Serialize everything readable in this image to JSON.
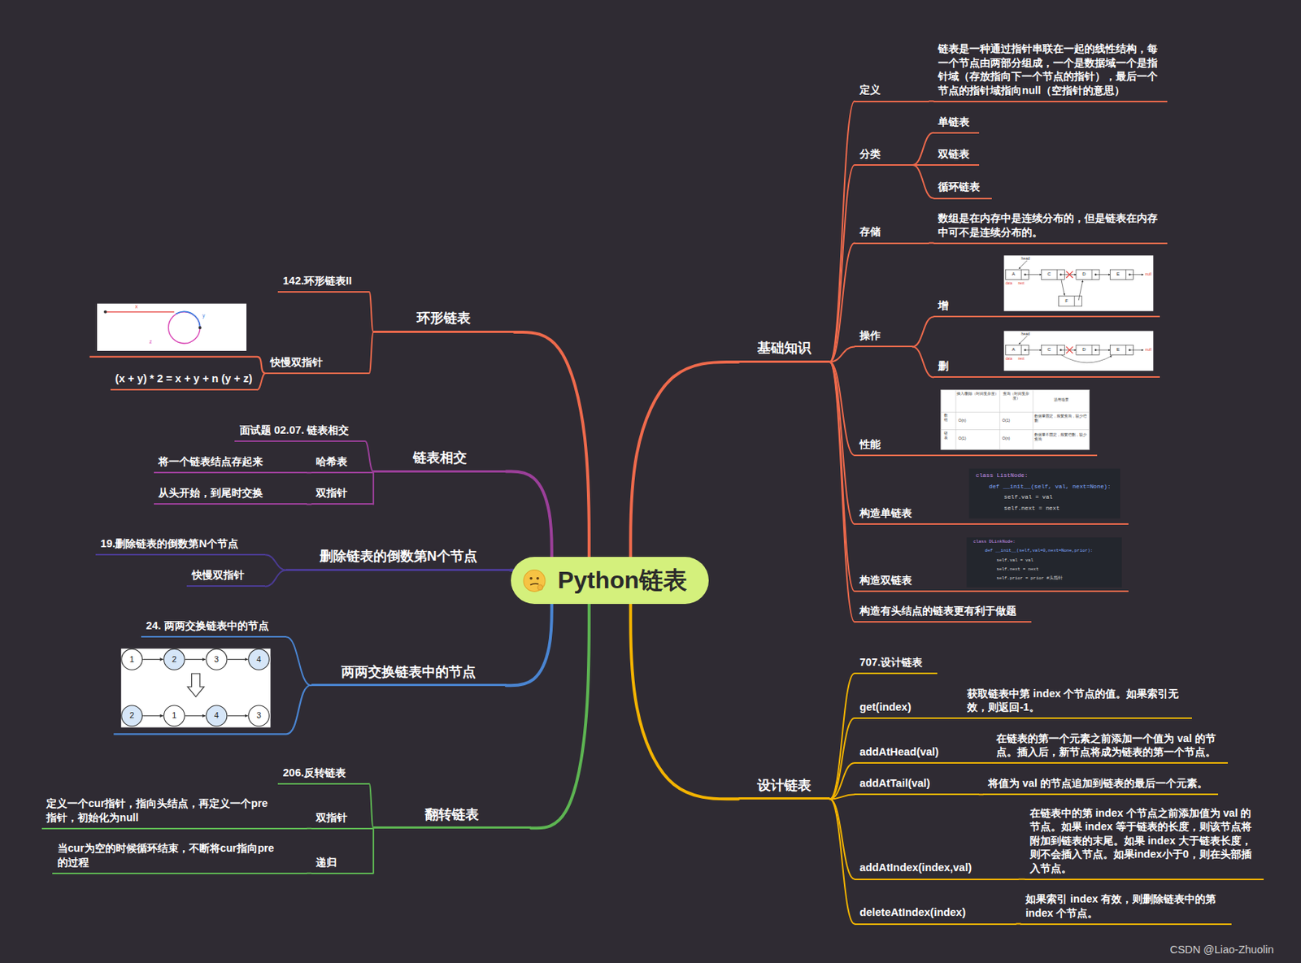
{
  "diagram": {
    "nodes": [
      {
        "text": [
          "Python链表"
        ]
      },
      {
        "text": [
          "基础知识"
        ]
      },
      {
        "text": [
          "定义"
        ]
      },
      {
        "text": [
          "链表是一种通过指针串联在一起的线性结构，每一个节点由两部分组成，一个是数据域一个是指针域（存放指向下一个节点的指针），最后一个节点的指针域指向null（空指针的意思）"
        ]
      },
      {
        "text": [
          "分类"
        ]
      },
      {
        "text": [
          "单链表"
        ]
      },
      {
        "text": [
          "双链表"
        ]
      },
      {
        "text": [
          "循环链表"
        ]
      },
      {
        "text": [
          "存储"
        ]
      },
      {
        "text": [
          "数组是在内存中是连续分布的，但是链表在内存中可不是连续分布的。"
        ]
      },
      {
        "text": [
          "操作"
        ]
      },
      {
        "text": [
          "增"
        ]
      },
      {
        "text": [
          "删"
        ]
      },
      {
        "text": [
          "性能"
        ]
      },
      {
        "text": [
          "构造单链表"
        ]
      },
      {
        "text": [
          "构造双链表"
        ]
      },
      {
        "text": [
          "构造有头结点的链表更有利于做题"
        ]
      },
      {
        "text": [
          "设计链表"
        ]
      },
      {
        "text": [
          "707.设计链表"
        ]
      },
      {
        "text": [
          "get(index)"
        ]
      },
      {
        "text": [
          "获取链表中第 index 个节点的值。如果索引无效，则返回-1。"
        ]
      },
      {
        "text": [
          "addAtHead(val)"
        ]
      },
      {
        "text": [
          "在链表的第一个元素之前添加一个值为 val 的节点。插入后，新节点将成为链表的第一个节点。"
        ]
      },
      {
        "text": [
          "addAtTail(val)"
        ]
      },
      {
        "text": [
          "将值为 val 的节点追加到链表的最后一个元素。"
        ]
      },
      {
        "text": [
          "addAtIndex(index,val)"
        ]
      },
      {
        "text": [
          "在链表中的第 index 个节点之前添加值为 val 的节点。如果 index 等于链表的长度，则该节点将附加到链表的末尾。如果 index 大于链表长度，则不会插入节点。如果index小于0，则在头部插入节点。"
        ]
      },
      {
        "text": [
          "deleteAtIndex(index)"
        ]
      },
      {
        "text": [
          "如果索引 index 有效，则删除链表中的第 index 个节点。"
        ]
      },
      {
        "text": [
          "环形链表"
        ]
      },
      {
        "text": [
          "142.环形链表II"
        ]
      },
      {
        "text": [
          "快慢双指针"
        ]
      },
      {
        "text": [
          "(x + y) * 2 = x + y + n (y + z)"
        ]
      },
      {
        "text": [
          "链表相交"
        ]
      },
      {
        "text": [
          "面试题 02.07. 链表相交"
        ]
      },
      {
        "text": [
          "哈希表"
        ]
      },
      {
        "text": [
          "将一个链表结点存起来"
        ]
      },
      {
        "text": [
          "双指针"
        ]
      },
      {
        "text": [
          "从头开始，到尾时交换"
        ]
      },
      {
        "text": [
          "删除链表的倒数第N个节点"
        ]
      },
      {
        "text": [
          "19.删除链表的倒数第N个节点"
        ]
      },
      {
        "text": [
          "快慢双指针"
        ]
      },
      {
        "text": [
          "两两交换链表中的节点"
        ]
      },
      {
        "text": [
          "24. 两两交换链表中的节点"
        ]
      },
      {
        "text": [
          "翻转链表"
        ]
      },
      {
        "text": [
          "206.反转链表"
        ]
      },
      {
        "text": [
          "双指针"
        ]
      },
      {
        "text": [
          "定义一个cur指针，指向头结点，再定义一个pre指针，初始化为null"
        ]
      },
      {
        "text": [
          "递归"
        ]
      },
      {
        "text": [
          "当cur为空的时候循环结束，不断将cur指向pre的过程"
        ]
      }
    ],
    "edges": [
      {
        "from": 0,
        "to": 1,
        "arrow": "none"
      },
      {
        "from": 1,
        "to": 2,
        "arrow": "none"
      },
      {
        "from": 2,
        "to": 3,
        "arrow": "none"
      },
      {
        "from": 1,
        "to": 4,
        "arrow": "none"
      },
      {
        "from": 4,
        "to": 5,
        "arrow": "none"
      },
      {
        "from": 4,
        "to": 6,
        "arrow": "none"
      },
      {
        "from": 4,
        "to": 7,
        "arrow": "none"
      },
      {
        "from": 1,
        "to": 8,
        "arrow": "none"
      },
      {
        "from": 8,
        "to": 9,
        "arrow": "none"
      },
      {
        "from": 1,
        "to": 10,
        "arrow": "none"
      },
      {
        "from": 10,
        "to": 11,
        "arrow": "none"
      },
      {
        "from": 10,
        "to": 12,
        "arrow": "none"
      },
      {
        "from": 1,
        "to": 13,
        "arrow": "none"
      },
      {
        "from": 1,
        "to": 14,
        "arrow": "none"
      },
      {
        "from": 1,
        "to": 15,
        "arrow": "none"
      },
      {
        "from": 1,
        "to": 16,
        "arrow": "none"
      },
      {
        "from": 0,
        "to": 17,
        "arrow": "none"
      },
      {
        "from": 17,
        "to": 18,
        "arrow": "none"
      },
      {
        "from": 17,
        "to": 19,
        "arrow": "none"
      },
      {
        "from": 19,
        "to": 20,
        "arrow": "none"
      },
      {
        "from": 17,
        "to": 21,
        "arrow": "none"
      },
      {
        "from": 21,
        "to": 22,
        "arrow": "none"
      },
      {
        "from": 17,
        "to": 23,
        "arrow": "none"
      },
      {
        "from": 23,
        "to": 24,
        "arrow": "none"
      },
      {
        "from": 17,
        "to": 25,
        "arrow": "none"
      },
      {
        "from": 25,
        "to": 26,
        "arrow": "none"
      },
      {
        "from": 17,
        "to": 27,
        "arrow": "none"
      },
      {
        "from": 27,
        "to": 28,
        "arrow": "none"
      },
      {
        "from": 0,
        "to": 29,
        "arrow": "none"
      },
      {
        "from": 29,
        "to": 30,
        "arrow": "none"
      },
      {
        "from": 29,
        "to": 31,
        "arrow": "none"
      },
      {
        "from": 31,
        "to": 32,
        "arrow": "none"
      },
      {
        "from": 0,
        "to": 33,
        "arrow": "none"
      },
      {
        "from": 33,
        "to": 34,
        "arrow": "none"
      },
      {
        "from": 33,
        "to": 35,
        "arrow": "none"
      },
      {
        "from": 35,
        "to": 36,
        "arrow": "none"
      },
      {
        "from": 33,
        "to": 37,
        "arrow": "none"
      },
      {
        "from": 37,
        "to": 38,
        "arrow": "none"
      },
      {
        "from": 0,
        "to": 39,
        "arrow": "none"
      },
      {
        "from": 39,
        "to": 40,
        "arrow": "none"
      },
      {
        "from": 39,
        "to": 41,
        "arrow": "none"
      },
      {
        "from": 0,
        "to": 42,
        "arrow": "none"
      },
      {
        "from": 42,
        "to": 43,
        "arrow": "none"
      },
      {
        "from": 0,
        "to": 44,
        "arrow": "none"
      },
      {
        "from": 44,
        "to": 45,
        "arrow": "none"
      },
      {
        "from": 44,
        "to": 46,
        "arrow": "none"
      },
      {
        "from": 46,
        "to": 47,
        "arrow": "none"
      },
      {
        "from": 44,
        "to": 48,
        "arrow": "none"
      },
      {
        "from": 48,
        "to": 49,
        "arrow": "none"
      }
    ],
    "labels": [
      "head",
      "A",
      "C",
      "D",
      "E",
      "F",
      "null",
      "data",
      "next",
      "head",
      "A",
      "C",
      "D",
      "E",
      "null",
      "data",
      "next",
      "插入/删除（时间复杂度）",
      "查询（时间复杂度）",
      "适用场景",
      "数组",
      "O(n)",
      "O(1)",
      "数据量固定，频繁查询，较少增删",
      "链表",
      "O(1)",
      "O(n)",
      "数据量不固定，频繁增删，较少查询",
      "class ListNode:",
      "def __init__(self, val, next=None):",
      "self.val = val",
      "self.next = next",
      "class DLinkNode:",
      "def __init__(self,val=0,next=None,prior):",
      "self.val = val",
      "self.next = next",
      "self.prior = prior #头指针",
      "x",
      "y",
      "z",
      "1",
      "2",
      "3",
      "4",
      "2",
      "1",
      "4",
      "3",
      "CSDN @Liao-Zhuolin"
    ]
  }
}
